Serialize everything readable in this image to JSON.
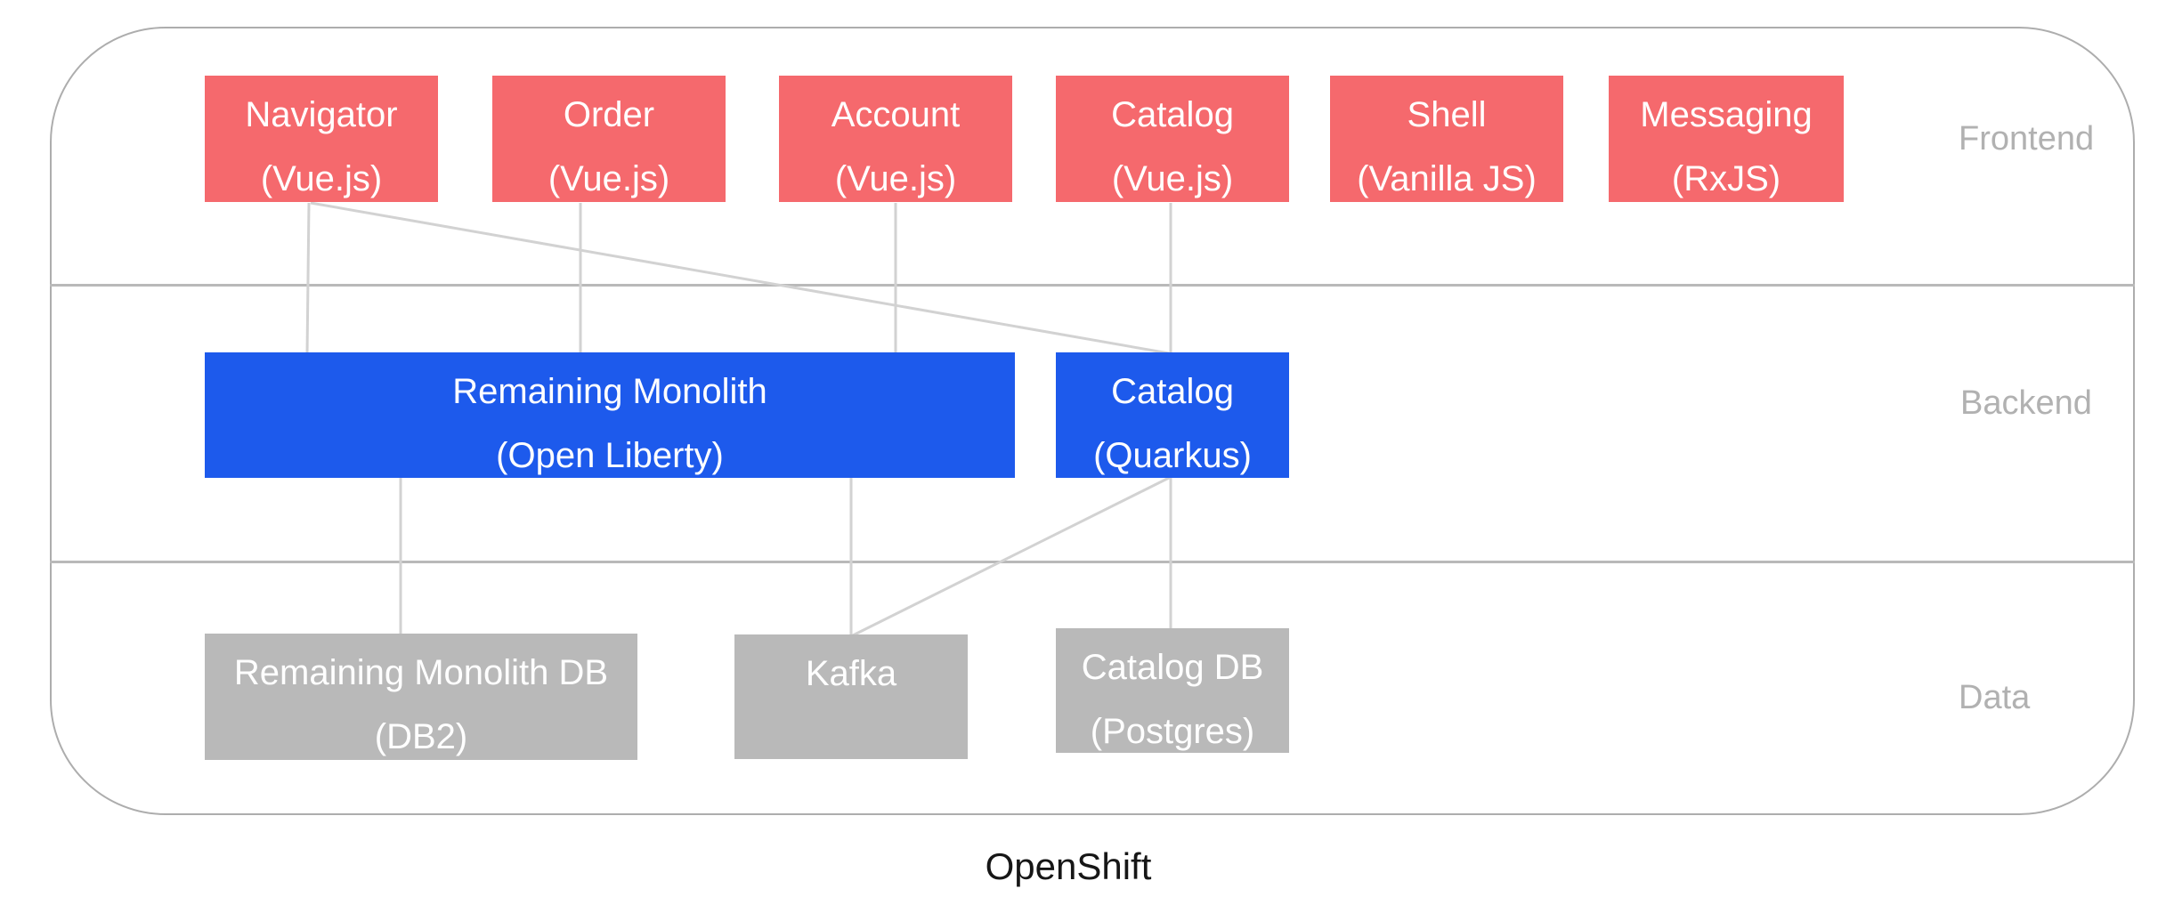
{
  "diagram": {
    "platform_label": "OpenShift",
    "layers": [
      {
        "name": "Frontend"
      },
      {
        "name": "Backend"
      },
      {
        "name": "Data"
      }
    ],
    "nodes": {
      "navigator": {
        "label": "Navigator",
        "tech": "(Vue.js)",
        "layer": "Frontend"
      },
      "order": {
        "label": "Order",
        "tech": "(Vue.js)",
        "layer": "Frontend"
      },
      "account": {
        "label": "Account",
        "tech": "(Vue.js)",
        "layer": "Frontend"
      },
      "catalog_fe": {
        "label": "Catalog",
        "tech": "(Vue.js)",
        "layer": "Frontend"
      },
      "shell": {
        "label": "Shell",
        "tech": "(Vanilla JS)",
        "layer": "Frontend"
      },
      "messaging": {
        "label": "Messaging",
        "tech": "(RxJS)",
        "layer": "Frontend"
      },
      "remaining_monolith": {
        "label": "Remaining Monolith",
        "tech": "(Open Liberty)",
        "layer": "Backend"
      },
      "catalog_be": {
        "label": "Catalog",
        "tech": "(Quarkus)",
        "layer": "Backend"
      },
      "rm_db": {
        "label": "Remaining Monolith DB",
        "tech": "(DB2)",
        "layer": "Data"
      },
      "kafka": {
        "label": "Kafka",
        "tech": "",
        "layer": "Data"
      },
      "catalog_db": {
        "label": "Catalog DB",
        "tech": "(Postgres)",
        "layer": "Data"
      }
    },
    "connections": [
      {
        "from": "navigator",
        "to": "remaining_monolith"
      },
      {
        "from": "order",
        "to": "remaining_monolith"
      },
      {
        "from": "account",
        "to": "remaining_monolith"
      },
      {
        "from": "catalog_fe",
        "to": "catalog_be"
      },
      {
        "from": "navigator",
        "to": "catalog_be"
      },
      {
        "from": "remaining_monolith",
        "to": "rm_db"
      },
      {
        "from": "remaining_monolith",
        "to": "kafka"
      },
      {
        "from": "catalog_be",
        "to": "catalog_db"
      },
      {
        "from": "catalog_be",
        "to": "kafka"
      }
    ],
    "colors": {
      "frontend_box": "#f5696d",
      "backend_box": "#1d5aec",
      "data_box": "#b9b9b9",
      "box_text": "#ffffff",
      "connection_line": "#d2d2d2",
      "frame_border": "#adadad",
      "layer_label_text": "#b1b1b1",
      "platform_label_text": "#161616"
    }
  }
}
